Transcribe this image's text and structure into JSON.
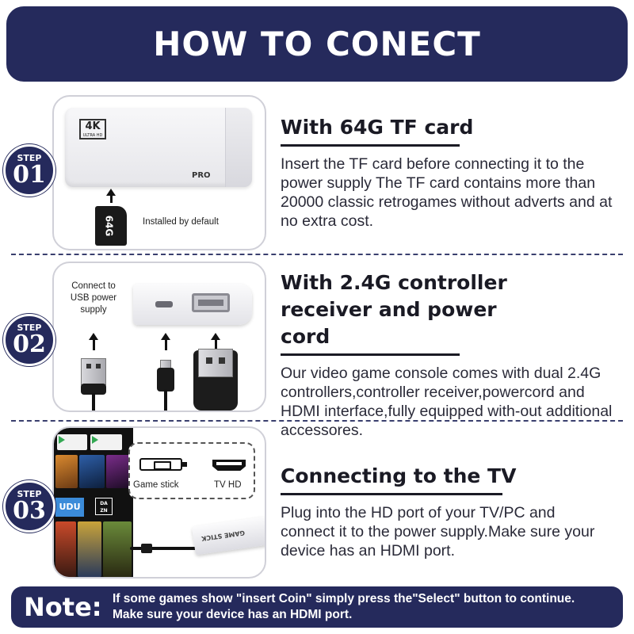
{
  "header": {
    "title": "HOW TO CONECT"
  },
  "steps": [
    {
      "badge_label": "STEP",
      "badge_number": "01",
      "title": "With 64G TF card",
      "description": "Insert the TF card before connecting it to the power supply The TF card contains more than 20000 classic retrogames without adverts and at no extra cost.",
      "image": {
        "device_badge": "4K",
        "device_badge_sub": "ULTRA HD",
        "device_label": "PRO",
        "card_label": "64G",
        "caption": "Installed by default"
      }
    },
    {
      "badge_label": "STEP",
      "badge_number": "02",
      "title": "With 2.4G controller receiver and power cord",
      "description": "Our video game console comes with dual 2.4G controllers,controller receiver,powercord and HDMI interface,fully equipped with-out additional accessores.",
      "image": {
        "caption": "Connect to USB power supply"
      }
    },
    {
      "badge_label": "STEP",
      "badge_number": "03",
      "title": "Connecting to the TV",
      "description": "Plug into the HD port of your TV/PC and connect it to the power supply.Make sure your device has an HDMI port.",
      "image": {
        "game_stick_label": "Game stick",
        "tv_label": "TV HD",
        "stick_text": "GAME STICK",
        "udu_tile": "UDU",
        "dazn_tile": "DA ZN"
      }
    }
  ],
  "note": {
    "label": "Note:",
    "line1": "If some games show \"insert Coin\" simply press the\"Select\" button to continue.",
    "line2": "Make sure your device has an HDMI port."
  },
  "colors": {
    "navy": "#252a5c",
    "text": "#1f1f2e"
  }
}
